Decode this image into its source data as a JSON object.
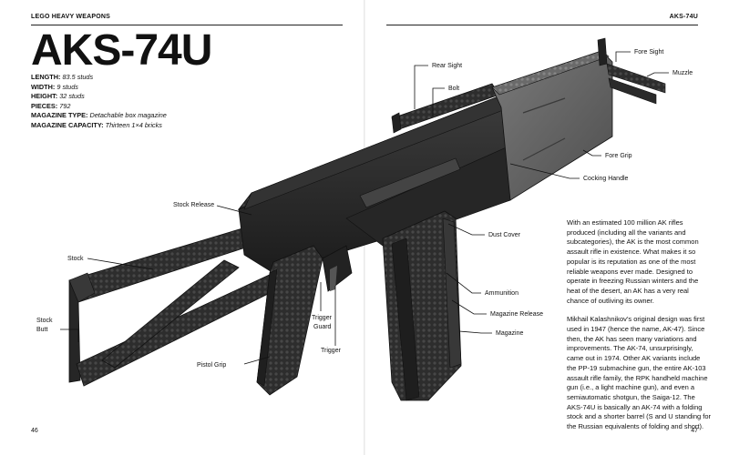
{
  "header": {
    "left_running_head": "LEGO HEAVY WEAPONS",
    "right_running_head": "AKS-74U"
  },
  "title": "AKS-74U",
  "specs": [
    {
      "label": "LENGTH:",
      "value": "83.5 studs"
    },
    {
      "label": "WIDTH:",
      "value": "9 studs"
    },
    {
      "label": "HEIGHT:",
      "value": "32 studs"
    },
    {
      "label": "PIECES:",
      "value": "792"
    },
    {
      "label": "MAGAZINE TYPE:",
      "value": "Detachable box magazine"
    },
    {
      "label": "MAGAZINE CAPACITY:",
      "value": "Thirteen 1×4 bricks"
    }
  ],
  "callouts": {
    "rear_sight": "Rear Sight",
    "bolt": "Bolt",
    "fore_sight": "Fore Sight",
    "muzzle": "Muzzle",
    "fore_grip": "Fore Grip",
    "cocking_handle": "Cocking Handle",
    "stock_release": "Stock Release",
    "dust_cover": "Dust Cover",
    "stock": "Stock",
    "ammunition": "Ammunition",
    "magazine_release": "Magazine Release",
    "stock_butt_1": "Stock",
    "stock_butt_2": "Butt",
    "trigger_guard_1": "Trigger",
    "trigger_guard_2": "Guard",
    "magazine": "Magazine",
    "trigger": "Trigger",
    "pistol_grip": "Pistol Grip"
  },
  "body": {
    "p1": "With an estimated 100 million AK rifles produced (including all the variants and subcategories), the AK is the most common assault rifle in existence. What makes it so popular is its reputation as one of the most reliable weapons ever made. Designed to operate in freezing Russian winters and the heat of the desert, an AK has a very real chance of outliving its owner.",
    "p2": "Mikhail Kalashnikov’s original design was first used in 1947 (hence the name, AK-47). Since then, the AK has seen many variations and improvements. The AK-74, unsurprisingly, came out in 1974. Other AK variants include the PP-19 submachine gun, the entire AK-103 assault rifle family, the RPK handheld machine gun (i.e., a light machine gun), and even a semiautomatic shotgun, the Saiga-12. The AKS-74U is basically an AK-74 with a folding stock and a shorter barrel (S and U standing for the Russian equivalents of folding and short)."
  },
  "folios": {
    "left": "46",
    "right": "47"
  },
  "colors": {
    "brick_dark": "#2b2b2b",
    "brick_mid": "#3a3a3a",
    "brick_gray": "#6d6d6d",
    "ink": "#111111"
  }
}
